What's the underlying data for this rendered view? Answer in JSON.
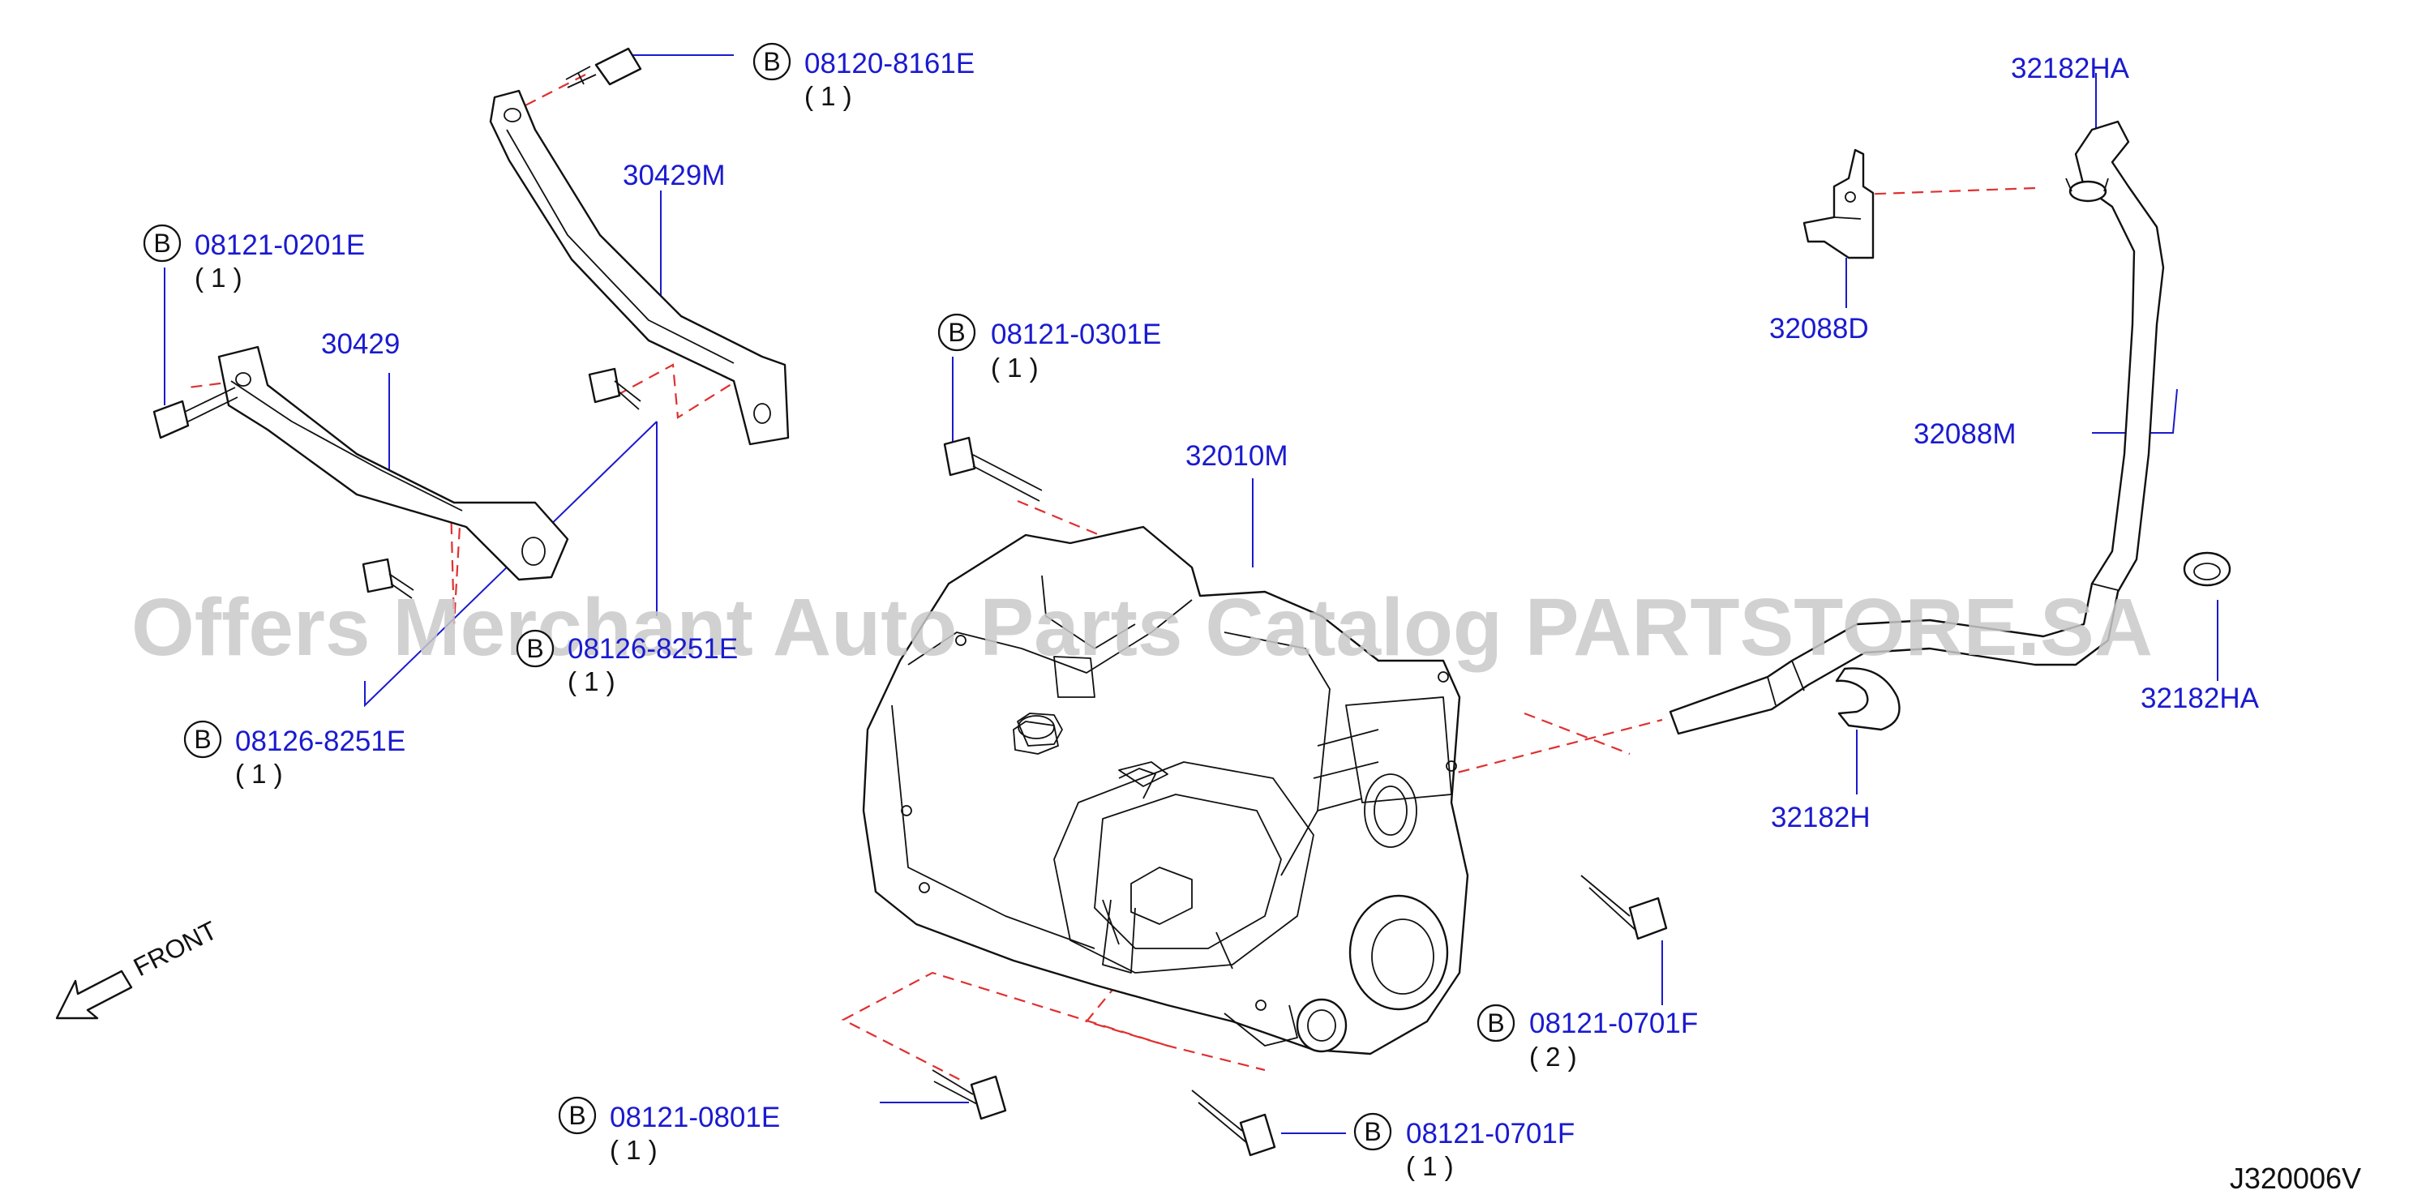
{
  "diagram_code": "J320006V",
  "watermark": "Offers Merchant Auto Parts Catalog PARTSTORE.SA",
  "front_label": "FRONT",
  "bolt_marker": "B",
  "callouts": [
    {
      "id": "c1",
      "part_no": "08120-8161E",
      "qty": "( 1 )",
      "bolt": true
    },
    {
      "id": "c2",
      "part_no": "08121-0201E",
      "qty": "( 1 )",
      "bolt": true
    },
    {
      "id": "c3",
      "part_no": "30429M",
      "qty": "",
      "bolt": false
    },
    {
      "id": "c4",
      "part_no": "30429",
      "qty": "",
      "bolt": false
    },
    {
      "id": "c5",
      "part_no": "08121-0301E",
      "qty": "( 1 )",
      "bolt": true
    },
    {
      "id": "c6",
      "part_no": "32010M",
      "qty": "",
      "bolt": false
    },
    {
      "id": "c7",
      "part_no": "08126-8251E",
      "qty": "( 1 )",
      "bolt": true
    },
    {
      "id": "c8",
      "part_no": "08126-8251E",
      "qty": "( 1 )",
      "bolt": true
    },
    {
      "id": "c9",
      "part_no": "32182HA",
      "qty": "",
      "bolt": false
    },
    {
      "id": "c10",
      "part_no": "32088D",
      "qty": "",
      "bolt": false
    },
    {
      "id": "c11",
      "part_no": "32088M",
      "qty": "",
      "bolt": false
    },
    {
      "id": "c12",
      "part_no": "32182HA",
      "qty": "",
      "bolt": false
    },
    {
      "id": "c13",
      "part_no": "32182H",
      "qty": "",
      "bolt": false
    },
    {
      "id": "c14",
      "part_no": "08121-0701F",
      "qty": "( 2 )",
      "bolt": true
    },
    {
      "id": "c15",
      "part_no": "08121-0801E",
      "qty": "( 1 )",
      "bolt": true
    },
    {
      "id": "c16",
      "part_no": "08121-0701F",
      "qty": "( 1 )",
      "bolt": true
    }
  ],
  "colors": {
    "part_number": "#1a1ad0",
    "dashed_line": "#e03030",
    "outline": "#111111",
    "watermark": "#c9c9c9"
  }
}
